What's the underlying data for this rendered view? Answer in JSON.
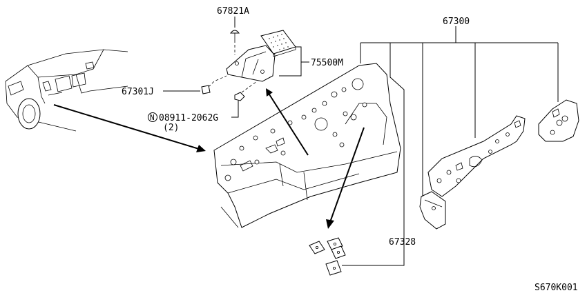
{
  "diagram": {
    "parts": {
      "retainer_clip": "67821A",
      "bracket": "75500M",
      "clip": "67301J",
      "nut": "08911-2062G",
      "nut_qty": "(2)",
      "nut_symbol": "N",
      "dash_panel": "67300",
      "insulator": "67328"
    },
    "figure_code": "S670K001"
  }
}
